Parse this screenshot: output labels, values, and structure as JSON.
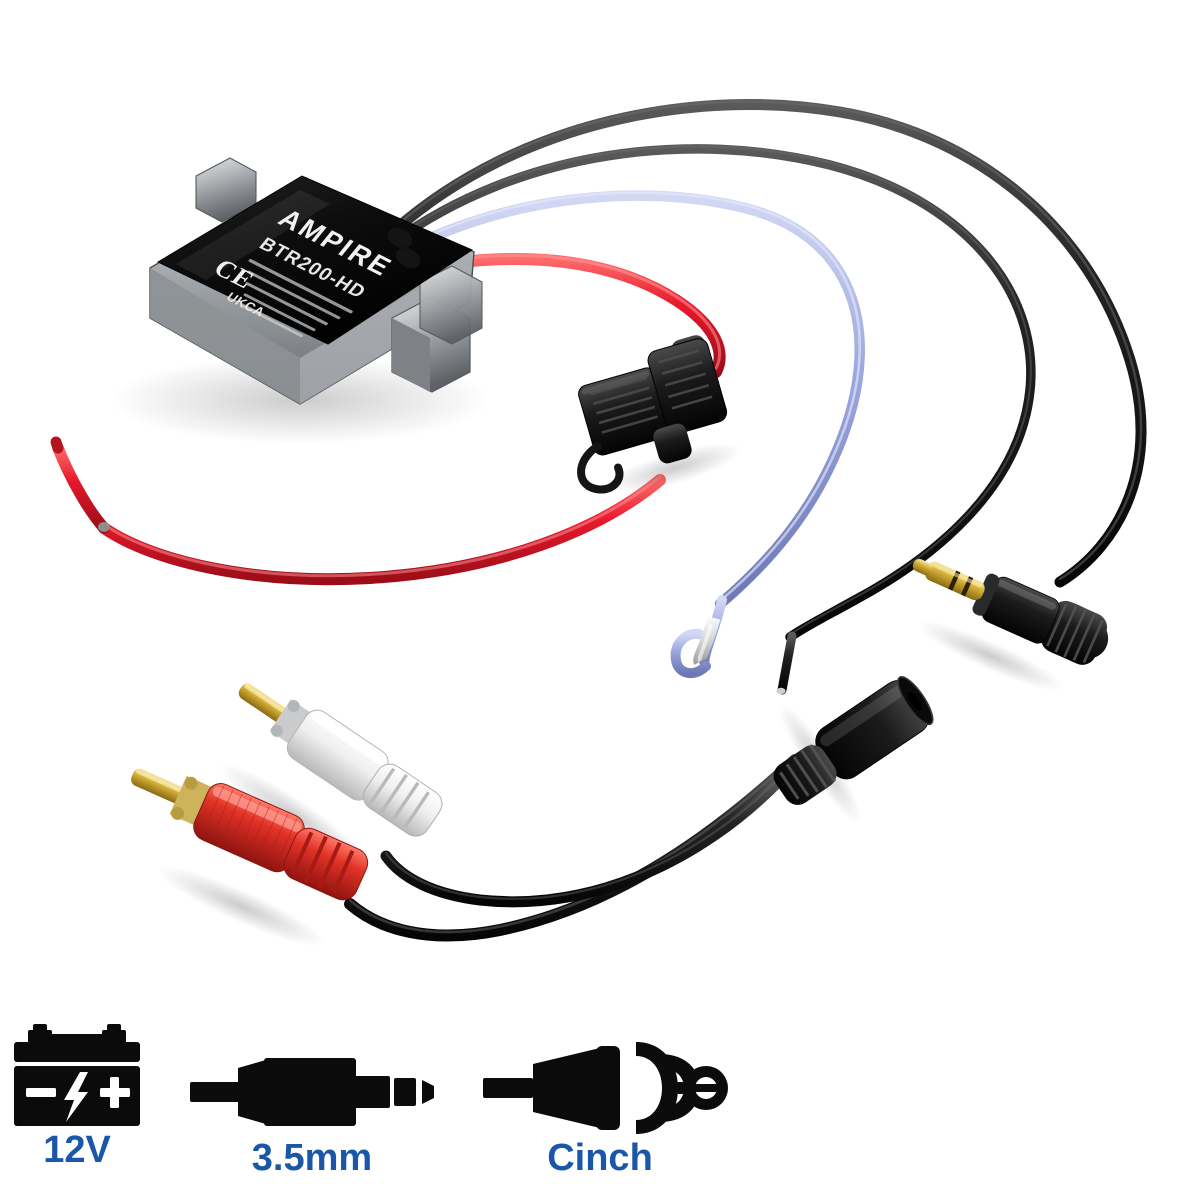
{
  "background_color": "#ffffff",
  "product": {
    "brand": "AMPIRE",
    "model": "BTR200-HD",
    "label_marks": [
      "CE",
      "UKCA"
    ],
    "housing_colors": {
      "label_top": "#101010",
      "chassis_metal": "#b9bcc0",
      "chassis_shadow": "#6f7478"
    }
  },
  "wires": [
    {
      "name": "power-positive-wire",
      "color_label": "red",
      "color": "#e8192c",
      "has_fuse_holder": true,
      "end_type": "bare-lead"
    },
    {
      "name": "remote-turn-on-wire",
      "color_label": "blue",
      "color": "#9aa6dd",
      "has_fuse_holder": false,
      "end_type": "folded-heatshrink-lead"
    },
    {
      "name": "ground-wire",
      "color_label": "black",
      "color": "#1a1a1a",
      "has_fuse_holder": false,
      "end_type": "bare-lead"
    },
    {
      "name": "aux-output-cable",
      "color_label": "black",
      "color": "#1a1a1a",
      "has_fuse_holder": false,
      "end_type": "3.5mm-male-plug"
    },
    {
      "name": "rca-output-cable",
      "color_label": "black",
      "color": "#1a1a1a",
      "has_fuse_holder": false,
      "end_type": "rca-pair"
    }
  ],
  "connectors": [
    {
      "name": "rca-plug-red",
      "label": "red",
      "body_color": "#e23227",
      "pin_color": "#d8b436"
    },
    {
      "name": "rca-plug-white",
      "label": "white",
      "body_color": "#f2f2f2",
      "pin_color": "#cbb15a"
    },
    {
      "name": "jack-35mm-male",
      "label": "3.5mm male",
      "body_color": "#141414",
      "pin_color": "#d4af37"
    },
    {
      "name": "jack-35mm-female",
      "label": "3.5mm female",
      "body_color": "#141414",
      "pin_color": "#141414"
    },
    {
      "name": "inline-fuse-holder",
      "label": "inline fuse holder",
      "body_color": "#1b1b1b"
    }
  ],
  "icon_row": {
    "accent_color": "#1a57a8",
    "glyph_color": "#0b0b0b",
    "items": [
      {
        "id": "battery-12v",
        "icon": "car-battery-icon",
        "caption": "12V"
      },
      {
        "id": "jack-35mm",
        "icon": "headphone-jack-icon",
        "caption": "3.5mm"
      },
      {
        "id": "cinch-rca",
        "icon": "cinch-rca-icon",
        "caption": "Cinch"
      }
    ]
  }
}
